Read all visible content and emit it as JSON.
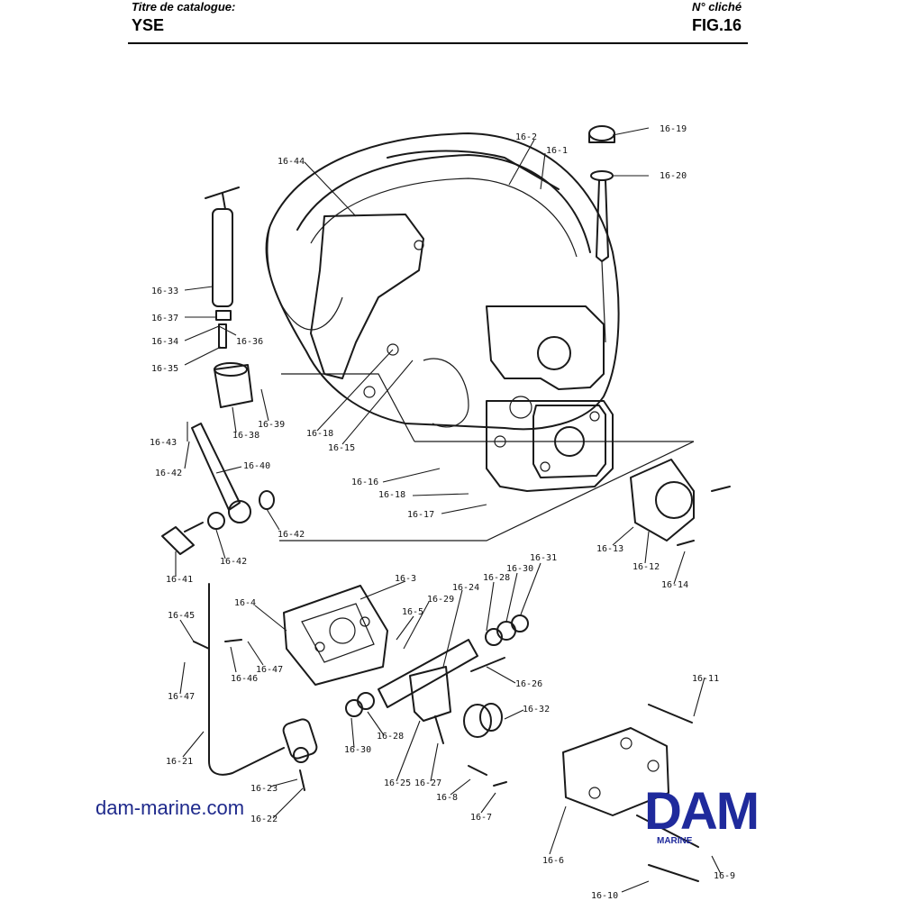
{
  "header": {
    "catalog_title_label": "Titre de catalogue:",
    "catalog_title": "YSE",
    "figure_ref_label": "N° cliché",
    "figure_ref": "FIG.16"
  },
  "callouts": [
    "16-1",
    "16-2",
    "16-3",
    "16-4",
    "16-5",
    "16-6",
    "16-7",
    "16-8",
    "16-9",
    "16-10",
    "16-11",
    "16-12",
    "16-13",
    "16-14",
    "16-15",
    "16-16",
    "16-17",
    "16-18",
    "16-18",
    "16-19",
    "16-20",
    "16-21",
    "16-22",
    "16-23",
    "16-24",
    "16-25",
    "16-26",
    "16-27",
    "16-28",
    "16-28",
    "16-29",
    "16-30",
    "16-30",
    "16-31",
    "16-32",
    "16-33",
    "16-34",
    "16-35",
    "16-36",
    "16-37",
    "16-38",
    "16-39",
    "16-40",
    "16-41",
    "16-42",
    "16-42",
    "16-43",
    "16-42",
    "16-44",
    "16-45",
    "16-46",
    "16-47",
    "16-47"
  ],
  "footer": {
    "website": "dam-marine.com",
    "logo_text": "DAM",
    "logo_subtext": "MARINE"
  },
  "colors": {
    "brand": "#1f2a9c",
    "line": "#1a1a1a"
  }
}
